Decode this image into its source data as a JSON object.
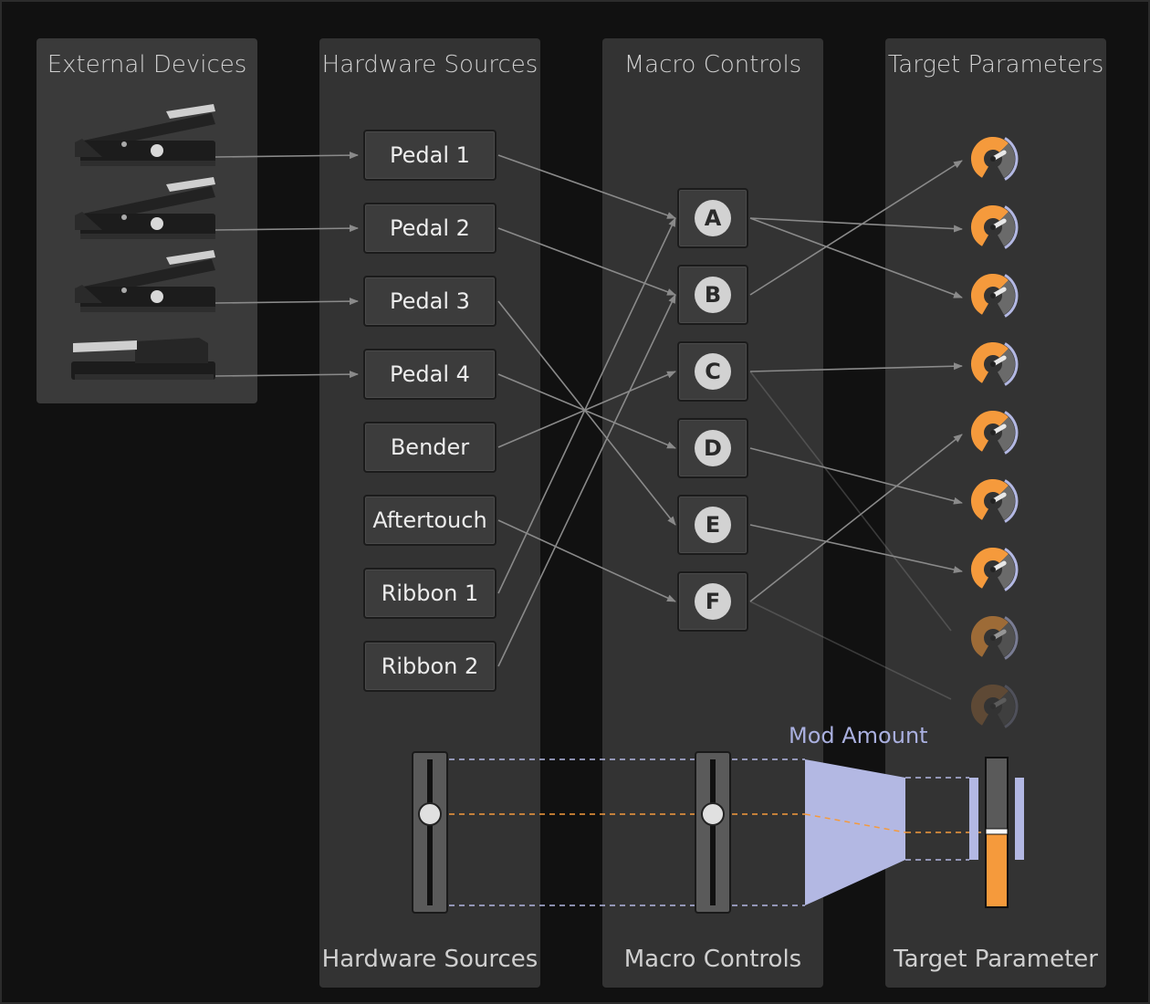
{
  "columns": {
    "external_devices": "External Devices",
    "hardware_sources": "Hardware Sources",
    "macro_controls": "Macro Controls",
    "target_parameters": "Target Parameters"
  },
  "sources": [
    "Pedal 1",
    "Pedal 2",
    "Pedal 3",
    "Pedal 4",
    "Bender",
    "Aftertouch",
    "Ribbon 1",
    "Ribbon 2"
  ],
  "macros": [
    "A",
    "B",
    "C",
    "D",
    "E",
    "F"
  ],
  "routing": {
    "device_to_source": [
      [
        "pedal-device-1",
        "Pedal 1"
      ],
      [
        "pedal-device-2",
        "Pedal 2"
      ],
      [
        "pedal-device-3",
        "Pedal 3"
      ],
      [
        "sustain-device",
        "Pedal 4"
      ]
    ],
    "source_to_macro": [
      [
        "Pedal 1",
        "A"
      ],
      [
        "Pedal 2",
        "B"
      ],
      [
        "Pedal 3",
        "E"
      ],
      [
        "Pedal 4",
        "D"
      ],
      [
        "Bender",
        "C"
      ],
      [
        "Aftertouch",
        "F"
      ],
      [
        "Ribbon 1",
        "A"
      ],
      [
        "Ribbon 2",
        "B"
      ]
    ],
    "macro_to_target": [
      [
        "A",
        2
      ],
      [
        "A",
        3
      ],
      [
        "B",
        1
      ],
      [
        "C",
        4
      ],
      [
        "C",
        8
      ],
      [
        "D",
        6
      ],
      [
        "E",
        7
      ],
      [
        "F",
        5
      ],
      [
        "F",
        9
      ]
    ]
  },
  "target_knob_count": 9,
  "bottom": {
    "mod_amount": "Mod Amount",
    "hardware_sources": "Hardware Sources",
    "macro_controls": "Macro Controls",
    "target_parameter": "Target Parameter"
  },
  "colors": {
    "accent_orange": "#f59a3c",
    "mod_lavender": "#b3b8e3",
    "panel": "#333333",
    "background": "#111111"
  }
}
